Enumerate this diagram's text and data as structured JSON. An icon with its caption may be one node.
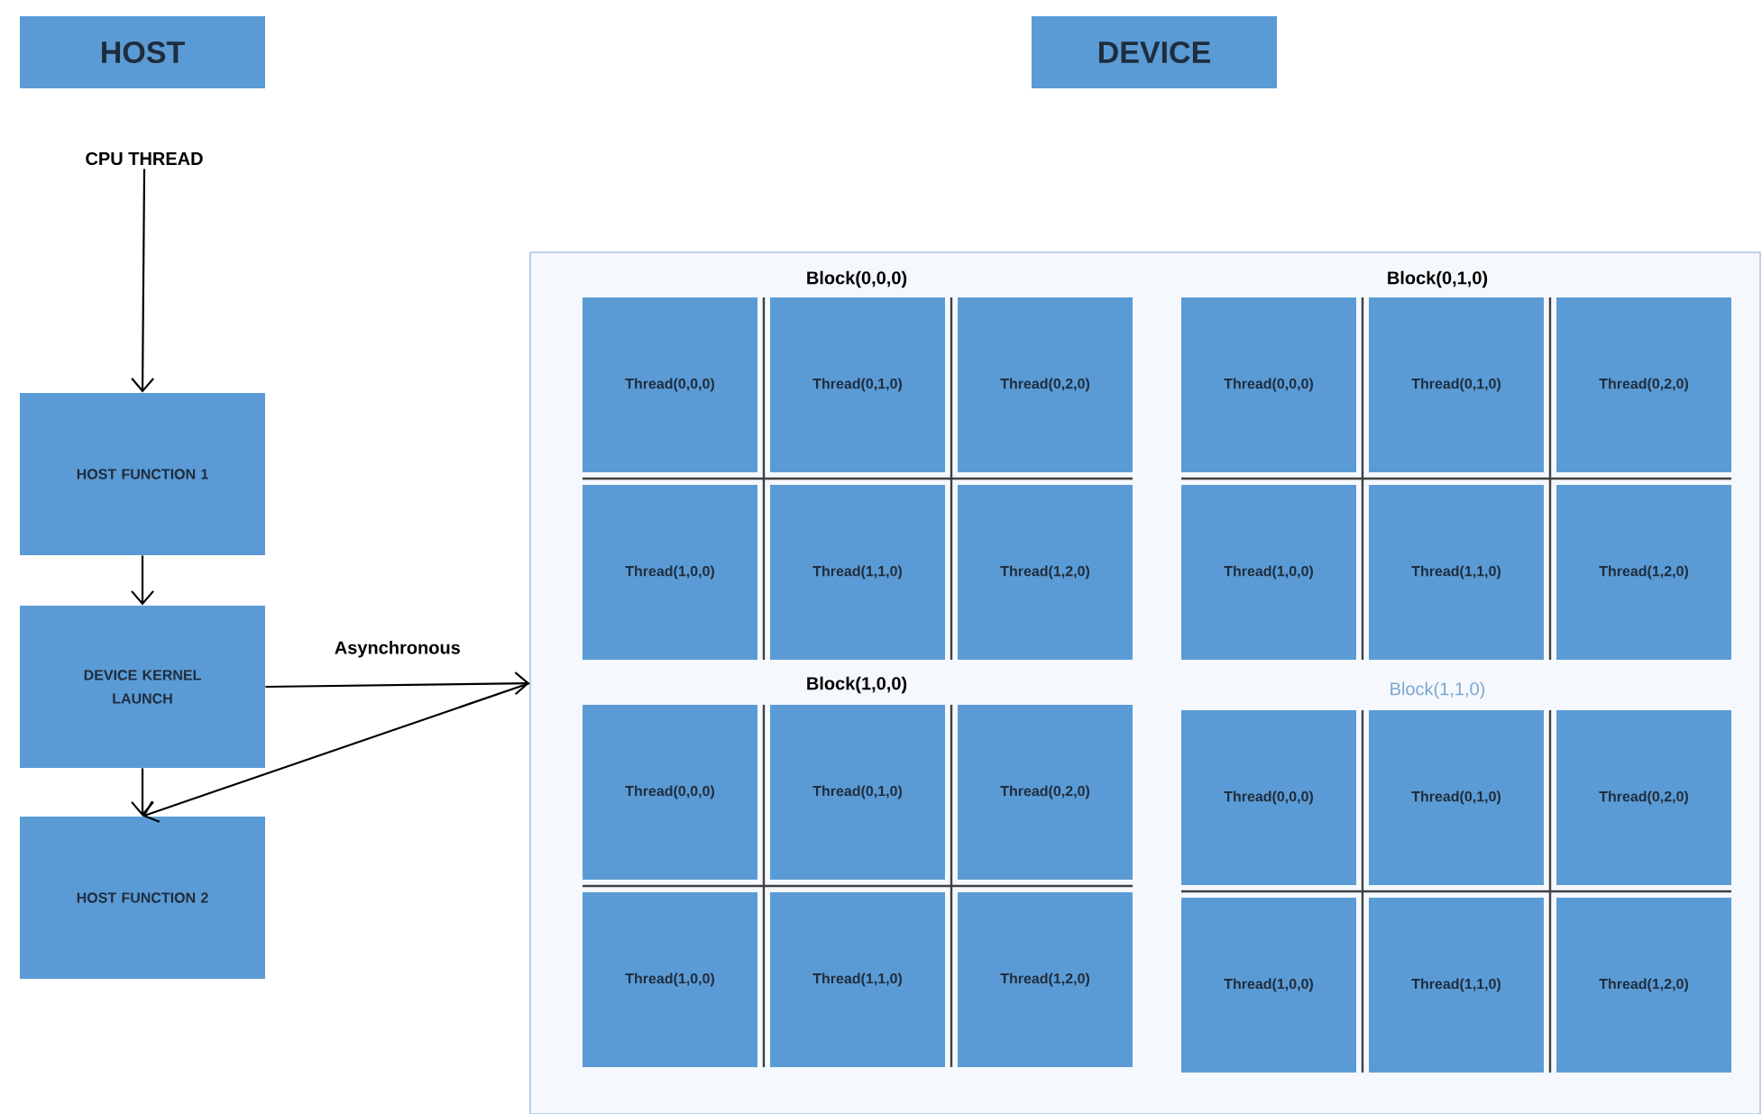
{
  "diagram": {
    "nodes": [
      {
        "text": [
          "HOST"
        ]
      },
      {
        "text": [
          "DEVICE"
        ]
      },
      {
        "text": [
          "CPU THREAD"
        ]
      },
      {
        "text": [
          "HOST FUNCTION 1"
        ]
      },
      {
        "text": [
          "DEVICE KERNEL LAUNCH"
        ]
      },
      {
        "text": [
          "HOST FUNCTION 2"
        ]
      },
      {
        "text": [],
        "shape": "box"
      },
      {
        "text": [
          "Thread(0,0,0)"
        ],
        "in": 6
      },
      {
        "text": [
          "Thread(0,1,0)"
        ],
        "in": 6
      },
      {
        "text": [
          "Thread(0,2,0)"
        ],
        "in": 6
      },
      {
        "text": [
          "Thread(1,0,0)"
        ],
        "in": 6
      },
      {
        "text": [
          "Thread(1,1,0)"
        ],
        "in": 6
      },
      {
        "text": [
          "Thread(1,2,0)"
        ],
        "in": 6
      },
      {
        "text": [
          "Thread(0,0,0)"
        ],
        "in": 6
      },
      {
        "text": [
          "Thread(0,1,0)"
        ],
        "in": 6
      },
      {
        "text": [
          "Thread(0,2,0)"
        ],
        "in": 6
      },
      {
        "text": [
          "Thread(1,0,0)"
        ],
        "in": 6
      },
      {
        "text": [
          "Thread(1,1,0)"
        ],
        "in": 6
      },
      {
        "text": [
          "Thread(1,2,0)"
        ],
        "in": 6
      },
      {
        "text": [
          "Thread(0,0,0)"
        ],
        "in": 6
      },
      {
        "text": [
          "Thread(0,1,0)"
        ],
        "in": 6
      },
      {
        "text": [
          "Thread(0,2,0)"
        ],
        "in": 6
      },
      {
        "text": [
          "Thread(1,0,0)"
        ],
        "in": 6
      },
      {
        "text": [
          "Thread(1,1,0)"
        ],
        "in": 6
      },
      {
        "text": [
          "Thread(1,2,0)"
        ],
        "in": 6
      },
      {
        "text": [
          "Thread(0,0,0)"
        ],
        "in": 6
      },
      {
        "text": [
          "Thread(0,1,0)"
        ],
        "in": 6
      },
      {
        "text": [
          "Thread(0,2,0)"
        ],
        "in": 6
      },
      {
        "text": [
          "Thread(1,0,0)"
        ],
        "in": 6
      },
      {
        "text": [
          "Thread(1,1,0)"
        ],
        "in": 6
      },
      {
        "text": [
          "Thread(1,2,0)"
        ],
        "in": 6
      }
    ],
    "edges": [
      {
        "from": 2,
        "to": 3,
        "arrow": "to"
      },
      {
        "from": 3,
        "to": 4,
        "arrow": "to"
      },
      {
        "from": 4,
        "to": 5,
        "arrow": "to"
      },
      {
        "from": 4,
        "to": 6,
        "arrow": "to",
        "label": "Asynchronous"
      },
      {
        "from": 6,
        "to": 5,
        "arrow": "to"
      }
    ],
    "labels": [
      "Block(0,0,0)",
      "Block(0,1,0)",
      "Block(1,0,0)",
      "Block(1,1,0)"
    ]
  }
}
